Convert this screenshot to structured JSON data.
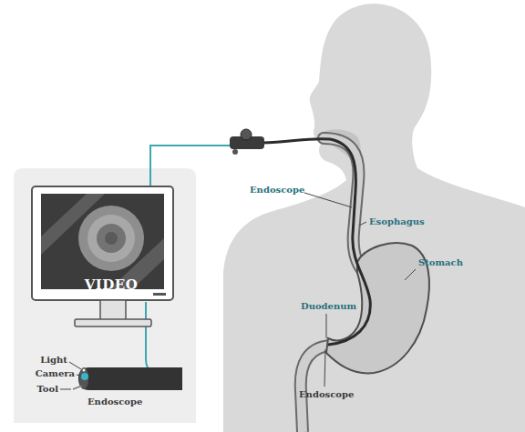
{
  "diagram": {
    "labels": [
      "Endoscope",
      "Esophagus",
      "Stomach",
      "VIDEO",
      "Duodenum",
      "Light",
      "Camera",
      "Tool",
      "Endoscope",
      "Endoscope"
    ]
  }
}
